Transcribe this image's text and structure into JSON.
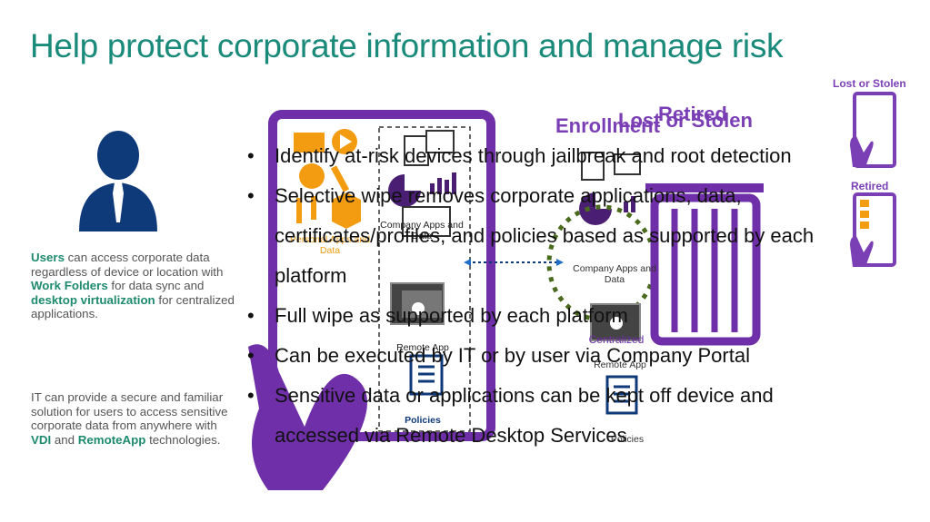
{
  "title": "Help protect corporate information and manage risk",
  "users_block": {
    "b1": "Users",
    "t1": " can access corporate data regardless of device or location with ",
    "b2": "Work Folders",
    "t2": " for data sync and ",
    "b3": "desktop virtualization",
    "t3": " for centralized applications."
  },
  "it_block": {
    "t1": "IT can provide a secure and familiar solution for users to access sensitive corporate data from anywhere with ",
    "b1": "VDI",
    "t2": " and ",
    "b2": "RemoteApp",
    "t3": " technologies."
  },
  "bullets": [
    "Identify at-risk devices through jailbreak and root detection",
    "Selective wipe removes corporate applications, data, certificates/profiles, and policies based as supported by each platform",
    "Full wipe as supported by each platform",
    "Can be executed by IT or by user via Company Portal",
    "Sensitive data or applications can be kept off device and accessed via Remote Desktop Services"
  ],
  "bullet_glyph": "•",
  "overlay_titles": {
    "enrollment": "Enrollment",
    "lost_or_stolen": "Lost or Stolen",
    "retired": "Retired"
  },
  "phone_labels": {
    "personal_apps": "Personal Apps and Data",
    "company_apps": "Company Apps and Data",
    "remote_app": "Remote App",
    "policies": "Policies"
  },
  "right_labels": {
    "company_apps": "Company Apps and Data",
    "centralized": "Centralized",
    "remote_app": "Remote App",
    "policies": "Policies"
  },
  "side_labels": {
    "lost_or_stolen": "Lost or Stolen",
    "retired": "Retired"
  },
  "colors": {
    "title": "#1a8a7a",
    "purple": "#6f2fa8",
    "navy": "#0f3a7a",
    "orange": "#f39c12",
    "green_dash": "#4a6b1e"
  }
}
